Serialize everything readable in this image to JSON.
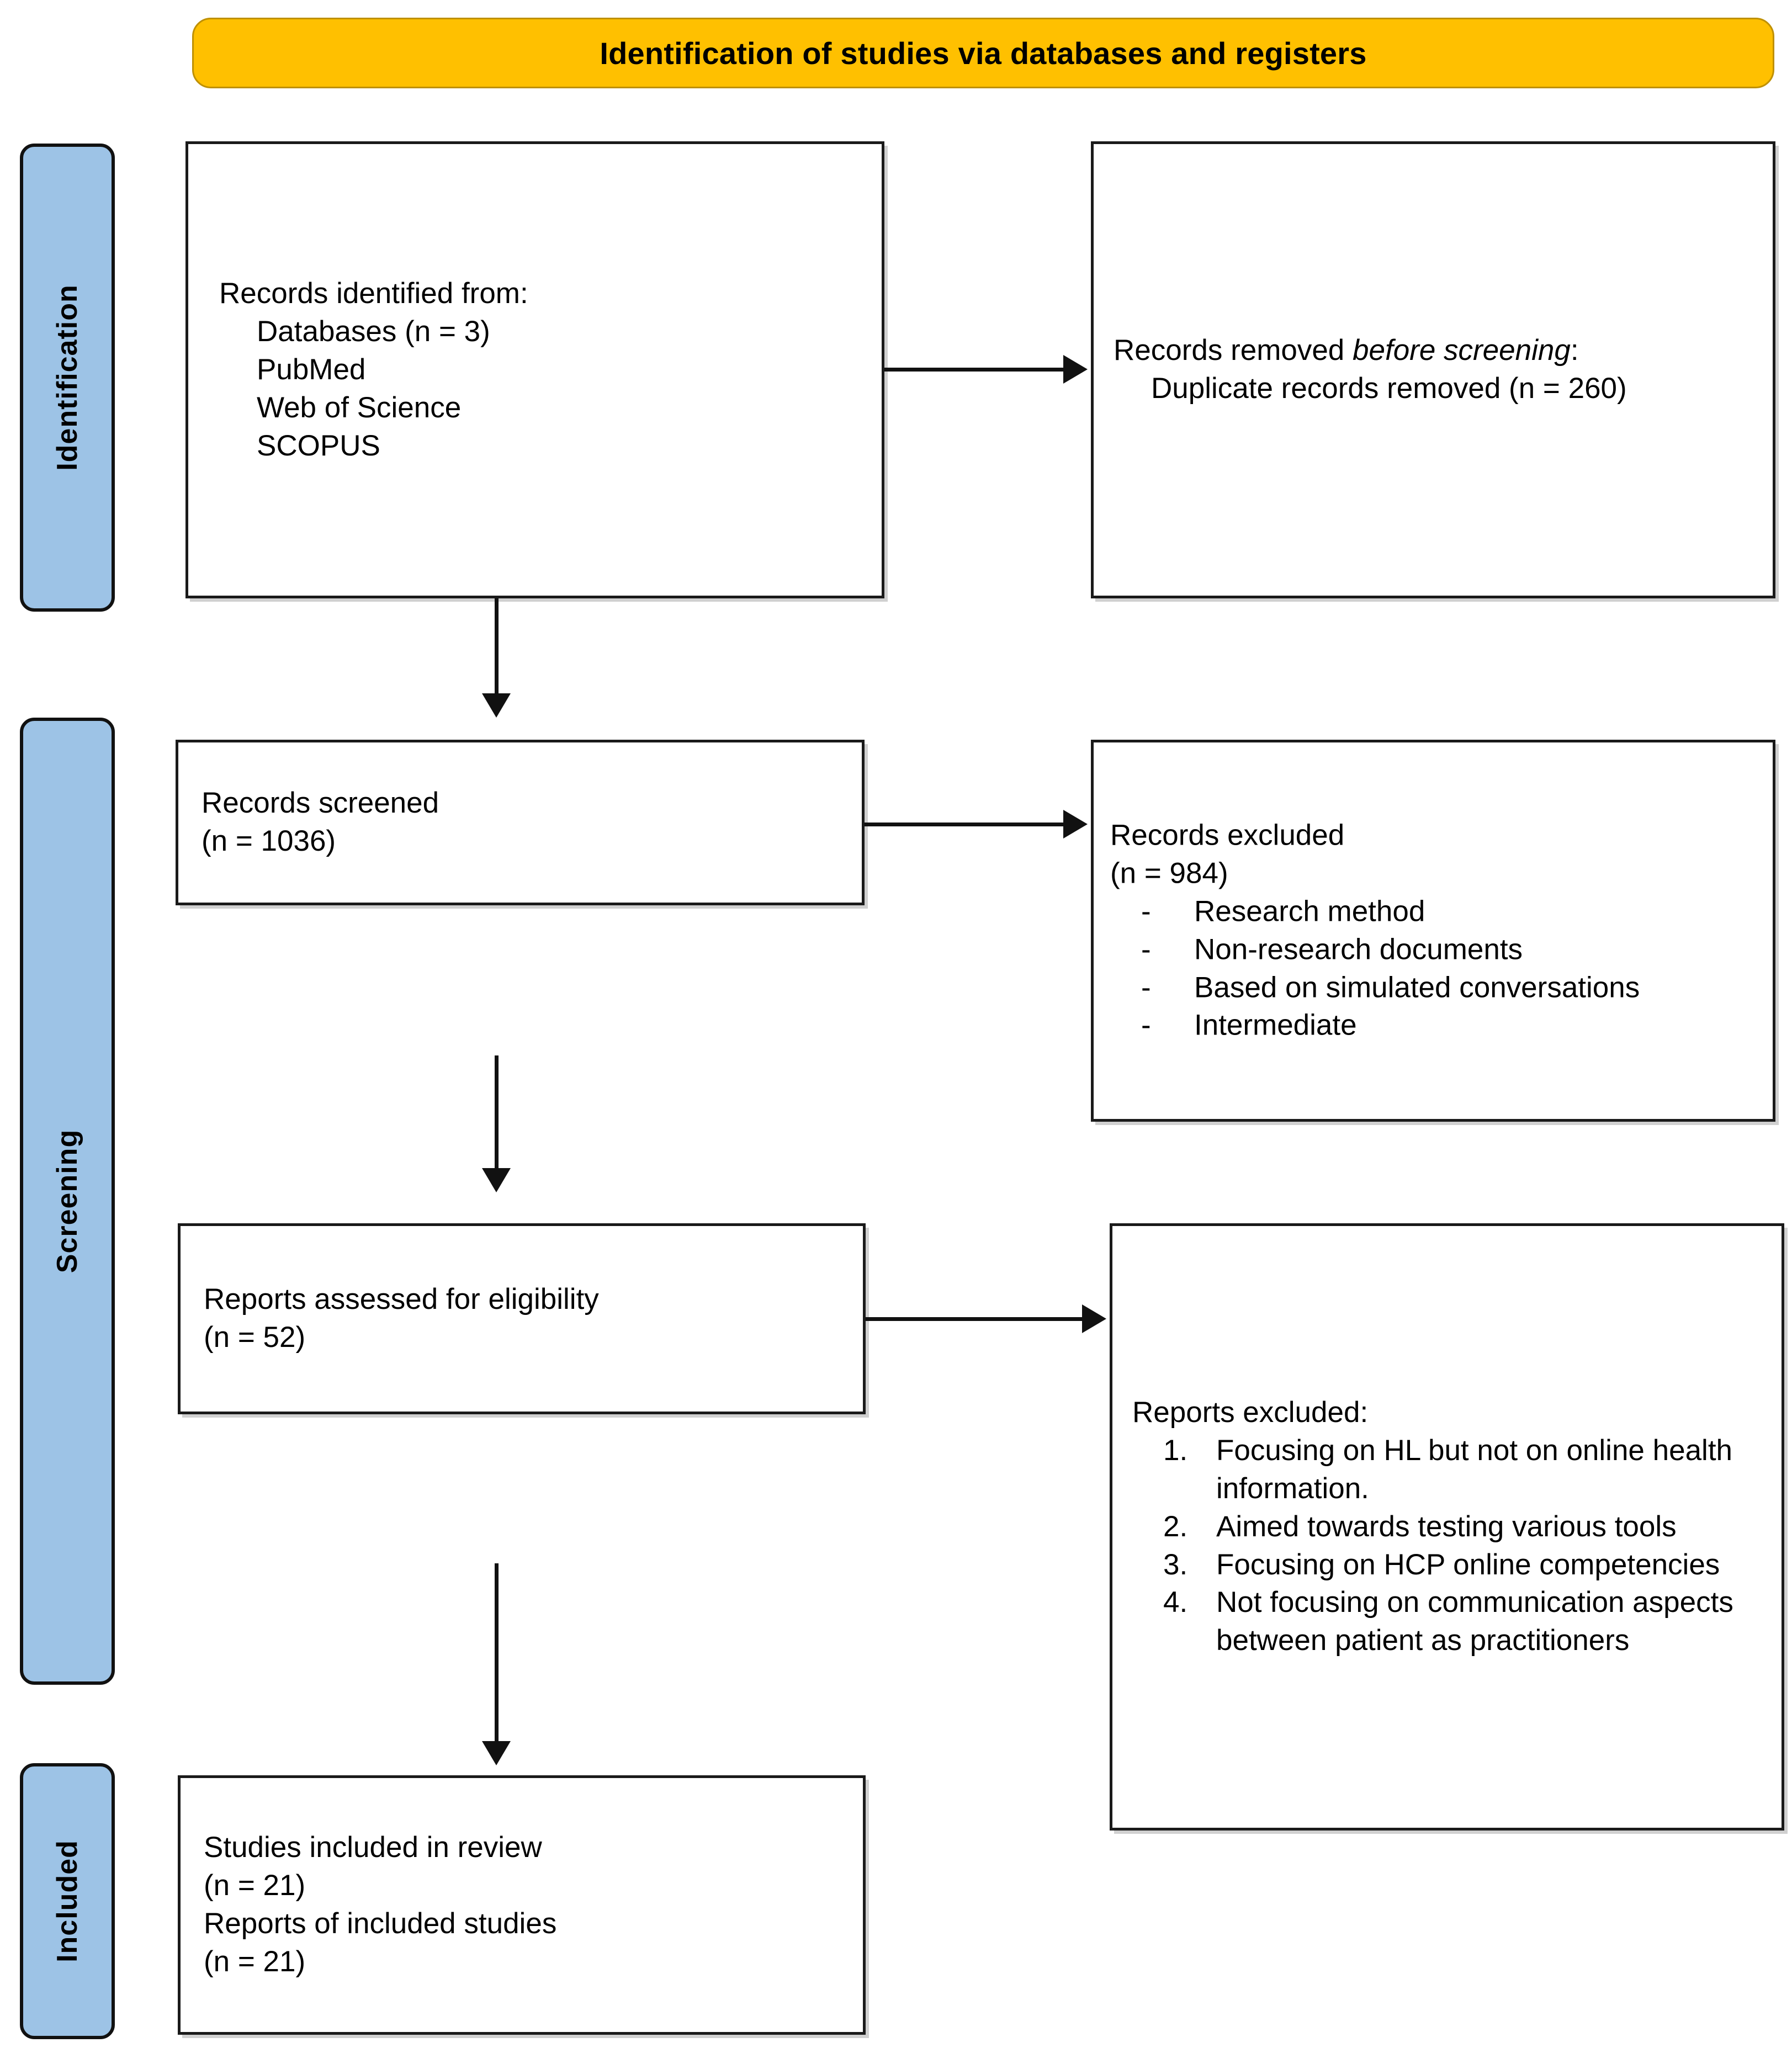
{
  "diagram": {
    "type": "PRISMA flow diagram",
    "banner": {
      "title": "Identification of studies via databases and registers",
      "fill_color": "#FFC000"
    },
    "stages": [
      {
        "id": "identification",
        "label": "Identification",
        "fill_color": "#9DC3E6"
      },
      {
        "id": "screening",
        "label": "Screening",
        "fill_color": "#9DC3E6"
      },
      {
        "id": "included",
        "label": "Included",
        "fill_color": "#9DC3E6"
      }
    ],
    "boxes": {
      "records_identified": {
        "title": "Records identified from:",
        "items": [
          "Databases (n = 3)",
          "PubMed",
          "Web of Science",
          "SCOPUS"
        ]
      },
      "records_removed": {
        "title_prefix": "Records removed ",
        "title_italic": "before screening",
        "title_suffix": ":",
        "items": [
          "Duplicate records removed (n = 260)"
        ]
      },
      "records_screened": {
        "title": "Records screened",
        "count": "(n = 1036)"
      },
      "records_excluded": {
        "title": "Records excluded",
        "count": "(n = 984)",
        "bullet_marker": "-",
        "reasons": [
          "Research method",
          "Non-research documents",
          "Based on simulated conversations",
          "Intermediate"
        ]
      },
      "reports_assessed": {
        "title": "Reports assessed for eligibility",
        "count": "(n = 52)"
      },
      "reports_excluded": {
        "title": "Reports excluded:",
        "reasons": [
          {
            "marker": "1.",
            "text": "Focusing on HL but not on online health information."
          },
          {
            "marker": "2.",
            "text": "Aimed towards testing various tools"
          },
          {
            "marker": "3.",
            "text": "Focusing on HCP online competencies"
          },
          {
            "marker": "4.",
            "text": "Not focusing on communication aspects between patient as practitioners"
          }
        ]
      },
      "studies_included": {
        "line1": "Studies included in review",
        "line2": "(n = 21)",
        "line3": "Reports of included studies",
        "line4": "(n = 21)"
      }
    }
  }
}
